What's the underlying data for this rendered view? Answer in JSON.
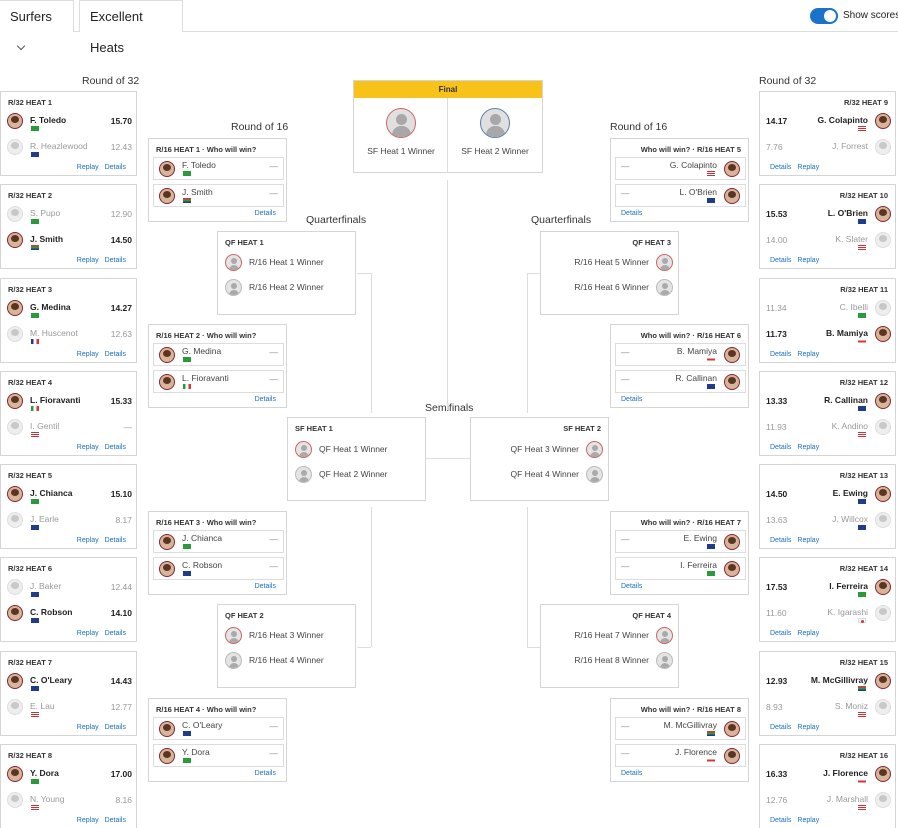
{
  "topbar": {
    "tab_surfers": "Surfers",
    "tab_heats": "Excellent Heats",
    "toggle_label": "Show scores"
  },
  "round_labels": {
    "r32_left": "Round of 32",
    "r32_right": "Round of 32",
    "r16_left": "Round of 16",
    "r16_right": "Round of 16",
    "qf_left": "Quarterfinals",
    "qf_right": "Quarterfinals",
    "semifinals": "Semifinals"
  },
  "links": {
    "replay": "Replay",
    "details": "Details"
  },
  "final": {
    "title": "Final",
    "left": "SF Heat 1 Winner",
    "right": "SF Heat 2 Winner"
  },
  "r32_left": [
    {
      "title": "R/32 HEAT 1",
      "a": {
        "name": "F. Toledo",
        "score": "15.70"
      },
      "b": {
        "name": "R. Heazlewood",
        "score": "12.43"
      }
    },
    {
      "title": "R/32 HEAT 2",
      "a": {
        "name": "S. Pupo",
        "score": "12.90"
      },
      "b": {
        "name": "J. Smith",
        "score": "14.50"
      }
    },
    {
      "title": "R/32 HEAT 3",
      "a": {
        "name": "G. Medina",
        "score": "14.27"
      },
      "b": {
        "name": "M. Huscenot",
        "score": "12.63"
      }
    },
    {
      "title": "R/32 HEAT 4",
      "a": {
        "name": "L. Fioravanti",
        "score": "15.33"
      },
      "b": {
        "name": "I. Gentil",
        "score": "—"
      }
    },
    {
      "title": "R/32 HEAT 5",
      "a": {
        "name": "J. Chianca",
        "score": "15.10"
      },
      "b": {
        "name": "J. Earle",
        "score": "8.17"
      }
    },
    {
      "title": "R/32 HEAT 6",
      "a": {
        "name": "J. Baker",
        "score": "12.44"
      },
      "b": {
        "name": "C. Robson",
        "score": "14.10"
      }
    },
    {
      "title": "R/32 HEAT 7",
      "a": {
        "name": "C. O'Leary",
        "score": "14.43"
      },
      "b": {
        "name": "E. Lau",
        "score": "12.77"
      }
    },
    {
      "title": "R/32 HEAT 8",
      "a": {
        "name": "Y. Dora",
        "score": "17.00"
      },
      "b": {
        "name": "N. Young",
        "score": "8.16"
      }
    }
  ],
  "r32_right": [
    {
      "title": "R/32 HEAT 9",
      "a": {
        "name": "G. Colapinto",
        "score": "14.17"
      },
      "b": {
        "name": "J. Forrest",
        "score": "7.76"
      }
    },
    {
      "title": "R/32 HEAT 10",
      "a": {
        "name": "L. O'Brien",
        "score": "15.53"
      },
      "b": {
        "name": "K. Slater",
        "score": "14.00"
      }
    },
    {
      "title": "R/32 HEAT 11",
      "a": {
        "name": "C. Ibelli",
        "score": "11.34"
      },
      "b": {
        "name": "B. Mamiya",
        "score": "11.73"
      }
    },
    {
      "title": "R/32 HEAT 12",
      "a": {
        "name": "R. Callinan",
        "score": "13.33"
      },
      "b": {
        "name": "K. Andino",
        "score": "11.93"
      }
    },
    {
      "title": "R/32 HEAT 13",
      "a": {
        "name": "E. Ewing",
        "score": "14.50"
      },
      "b": {
        "name": "J. Willcox",
        "score": "13.63"
      }
    },
    {
      "title": "R/32 HEAT 14",
      "a": {
        "name": "I. Ferreira",
        "score": "17.53"
      },
      "b": {
        "name": "K. Igarashi",
        "score": "11.60"
      }
    },
    {
      "title": "R/32 HEAT 15",
      "a": {
        "name": "M. McGillivray",
        "score": "12.93"
      },
      "b": {
        "name": "S. Moniz",
        "score": "8.93"
      }
    },
    {
      "title": "R/32 HEAT 16",
      "a": {
        "name": "J. Florence",
        "score": "16.33"
      },
      "b": {
        "name": "J. Marshall",
        "score": "12.76"
      }
    }
  ],
  "r16_left": [
    {
      "title": "R/16 HEAT 1 · Who will win?",
      "a": "F. Toledo",
      "b": "J. Smith",
      "score": "—"
    },
    {
      "title": "R/16 HEAT 2 · Who will win?",
      "a": "G. Medina",
      "b": "L. Fioravanti",
      "score": "—"
    },
    {
      "title": "R/16 HEAT 3 · Who will win?",
      "a": "J. Chianca",
      "b": "C. Robson",
      "score": "—"
    },
    {
      "title": "R/16 HEAT 4 · Who will win?",
      "a": "C. O'Leary",
      "b": "Y. Dora",
      "score": "—"
    }
  ],
  "r16_right": [
    {
      "title": "Who will win? · R/16 HEAT 5",
      "a": "G. Colapinto",
      "b": "L. O'Brien",
      "score": "—"
    },
    {
      "title": "Who will win? · R/16 HEAT 6",
      "a": "B. Mamiya",
      "b": "R. Callinan",
      "score": "—"
    },
    {
      "title": "Who will win? · R/16 HEAT 7",
      "a": "E. Ewing",
      "b": "I. Ferreira",
      "score": "—"
    },
    {
      "title": "Who will win? · R/16 HEAT 8",
      "a": "M. McGillivray",
      "b": "J. Florence",
      "score": "—"
    }
  ],
  "qf_left": [
    {
      "title": "QF HEAT 1",
      "a": "R/16 Heat 1 Winner",
      "b": "R/16 Heat 2 Winner"
    },
    {
      "title": "QF HEAT 2",
      "a": "R/16 Heat 3 Winner",
      "b": "R/16 Heat 4 Winner"
    }
  ],
  "qf_right": [
    {
      "title": "QF HEAT 3",
      "a": "R/16 Heat 5 Winner",
      "b": "R/16 Heat 6 Winner"
    },
    {
      "title": "QF HEAT 4",
      "a": "R/16 Heat 7 Winner",
      "b": "R/16 Heat 8 Winner"
    }
  ],
  "sf": [
    {
      "title": "SF HEAT 1",
      "a": "QF Heat 1 Winner",
      "b": "QF Heat 2 Winner"
    },
    {
      "title": "SF HEAT 2",
      "a": "QF Heat 3 Winner",
      "b": "QF Heat 4 Winner"
    }
  ]
}
